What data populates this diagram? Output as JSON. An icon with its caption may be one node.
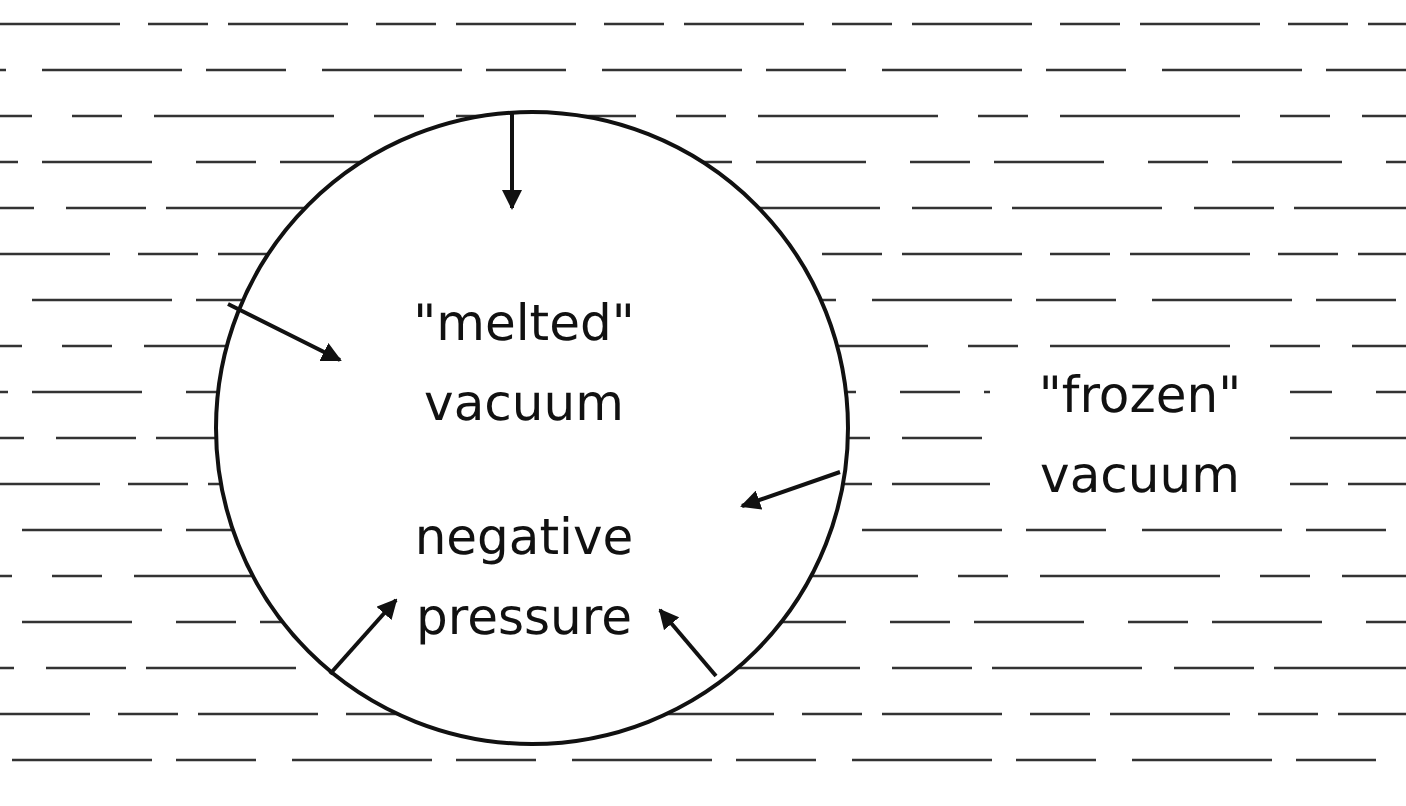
{
  "diagram": {
    "nodes": [
      {
        "text": [
          "\"melted\" vacuum",
          "negative pressure"
        ]
      }
    ],
    "labels": [
      "\"frozen\" vacuum"
    ]
  }
}
